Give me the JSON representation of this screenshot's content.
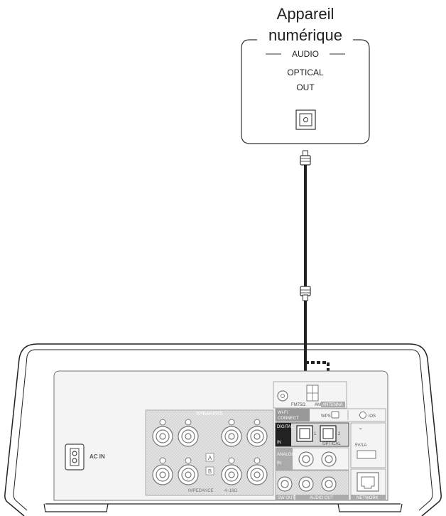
{
  "device": {
    "title_line1": "Appareil",
    "title_line2": "numérique",
    "group_label": "AUDIO",
    "port_label_line1": "OPTICAL",
    "port_label_line2": "OUT"
  },
  "panel": {
    "ac_in": "AC IN",
    "speakers": "SPEAKERS",
    "speaker_a": "A",
    "speaker_b": "B",
    "impedance": "IMPEDANCE",
    "impedance_value": "4~16Ω",
    "fm": "FM75Ω",
    "am": "AM",
    "antenna": "ANTENNA",
    "wifi_line1": "Wi-Fi",
    "wifi_line2": "CONNECT",
    "wps": "WPS",
    "ios": "iOS",
    "digital_line1": "DIGITAL",
    "digital_line2": "IN",
    "optical": "OPTICAL",
    "optical_1": "1",
    "optical_2": "2",
    "usb_power": "5V/1A",
    "analog_line1": "ANALOG",
    "analog_line2": "IN",
    "sw_out": "SW OUT",
    "audio_out": "AUDIO OUT",
    "network": "NETWORK"
  }
}
